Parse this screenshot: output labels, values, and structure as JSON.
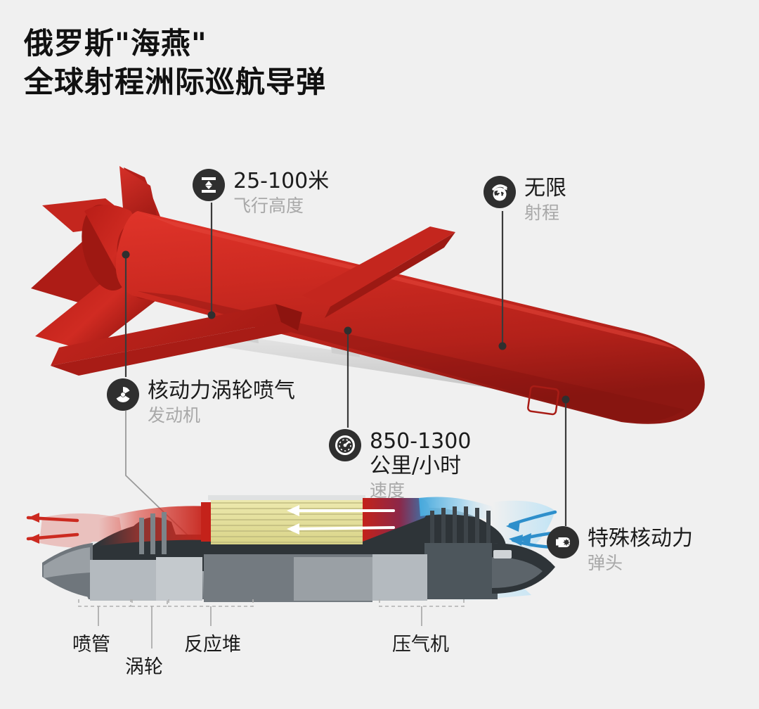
{
  "page": {
    "background_color": "#f0f0f0",
    "accent_color": "#c62a22",
    "badge_color": "#2f2f2f",
    "sub_text_color": "#a8a8a8"
  },
  "title": {
    "line1": "俄罗斯\"海燕\"",
    "line2": "全球射程洲际巡航导弹"
  },
  "callouts": [
    {
      "id": "altitude",
      "icon": "altitude-icon",
      "value": "25-100米",
      "label": "飞行高度"
    },
    {
      "id": "range",
      "icon": "globe-arrow-icon",
      "value": "无限",
      "label": "射程"
    },
    {
      "id": "engine",
      "icon": "radiation-icon",
      "value": "核动力涡轮喷气",
      "label": "发动机"
    },
    {
      "id": "speed",
      "icon": "speedometer-icon",
      "value": "850-1300",
      "value2": "公里/小时",
      "label": "速度"
    },
    {
      "id": "warhead",
      "icon": "warhead-icon",
      "value": "特殊核动力",
      "label": "弹头"
    }
  ],
  "cutaway_parts": [
    {
      "id": "nozzle",
      "label": "喷管"
    },
    {
      "id": "turbine",
      "label": "涡轮"
    },
    {
      "id": "reactor",
      "label": "反应堆"
    },
    {
      "id": "compressor",
      "label": "压气机"
    }
  ]
}
